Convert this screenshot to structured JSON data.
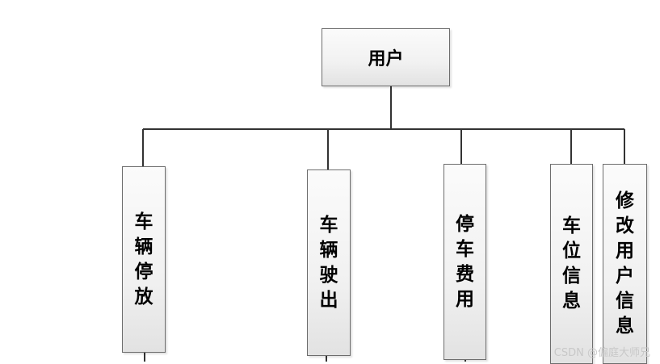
{
  "diagram": {
    "root": {
      "label": "用户"
    },
    "children": [
      {
        "label": "车辆停放"
      },
      {
        "label": "车辆驶出"
      },
      {
        "label": "停车费用"
      },
      {
        "label": "车位信息"
      },
      {
        "label": "修改用户信息"
      }
    ],
    "colors": {
      "line": "#333333",
      "border": "#6d6d6d",
      "fill": "#f1f1f1"
    }
  },
  "watermark": "CSDN @偏庭大师兄"
}
